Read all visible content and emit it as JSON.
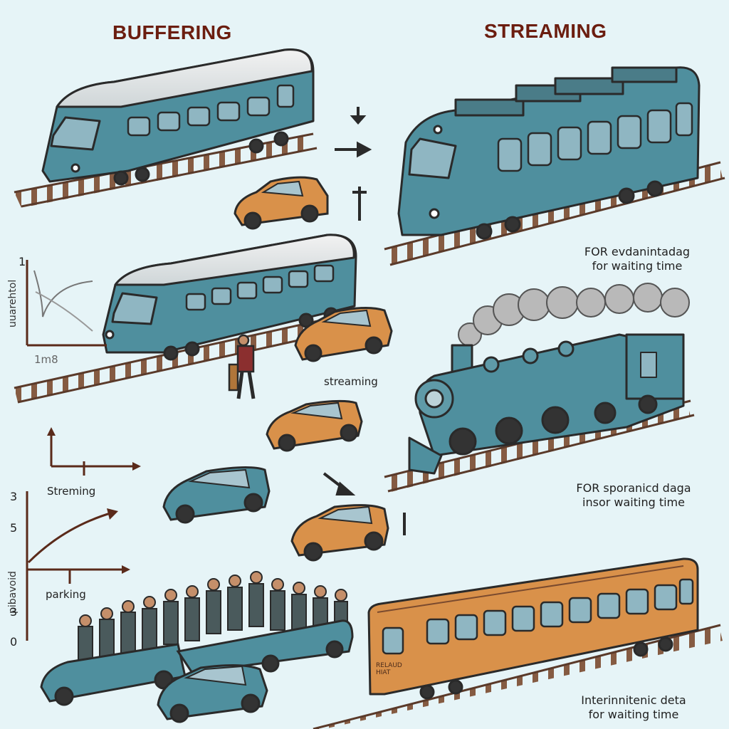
{
  "headers": {
    "buffering": "BUFFERING",
    "streaming": "STREAMING"
  },
  "notes": {
    "top_line1": "FOR evdanintadag",
    "top_line2": "for waiting time",
    "mid_line1": "FOR sporanicd daga",
    "mid_line2": "insor waiting time",
    "bottom_line1": "Interinnitenic deta",
    "bottom_line2": "for waiting time"
  },
  "labels": {
    "streaming_small": "streaming",
    "streming_graph": "Streming",
    "parking_graph": "parking",
    "graph_top_tick": "1",
    "graph_top_xlabel": "1m8",
    "graph_top_ylabel": "uuarehtol",
    "graph_bottom_ylabel": "pibavoid",
    "train_sign": "RELAUD HIAT"
  },
  "axis_ticks": [
    "3",
    "5",
    "3",
    "0"
  ],
  "colors": {
    "background": "#e6f4f7",
    "train_blue": "#4f8f9e",
    "car_orange": "#d9914a",
    "car_blue": "#4f8f9e",
    "header_text": "#6b1d0f"
  }
}
